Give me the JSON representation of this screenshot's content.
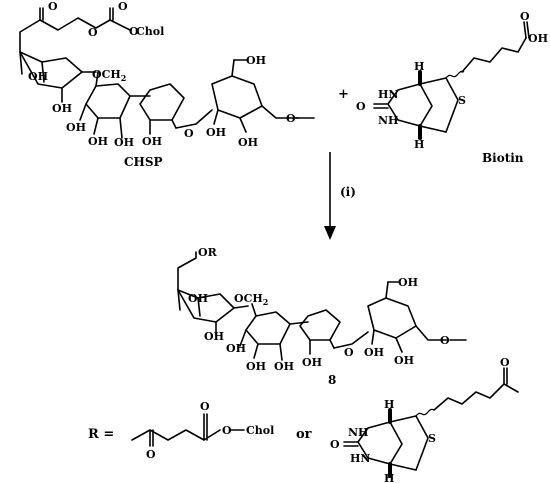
{
  "reactant1": {
    "label": "CHSP",
    "ester_group": "O",
    "chol": "Chol"
  },
  "reactant2": {
    "label": "Biotin"
  },
  "plus": "+",
  "reagent": "(i)",
  "product": {
    "label": "8",
    "substituent": "OR"
  },
  "r_definition": {
    "r_prefix": "R =",
    "connector": "or",
    "chol": "Chol"
  },
  "atoms": {
    "oh": "OH",
    "o": "O",
    "och2": "OCH",
    "sub2": "2",
    "nh": "NH",
    "hn": "HN",
    "s": "S",
    "h": "H",
    "ome": "O",
    "oh_acid": "OH"
  }
}
